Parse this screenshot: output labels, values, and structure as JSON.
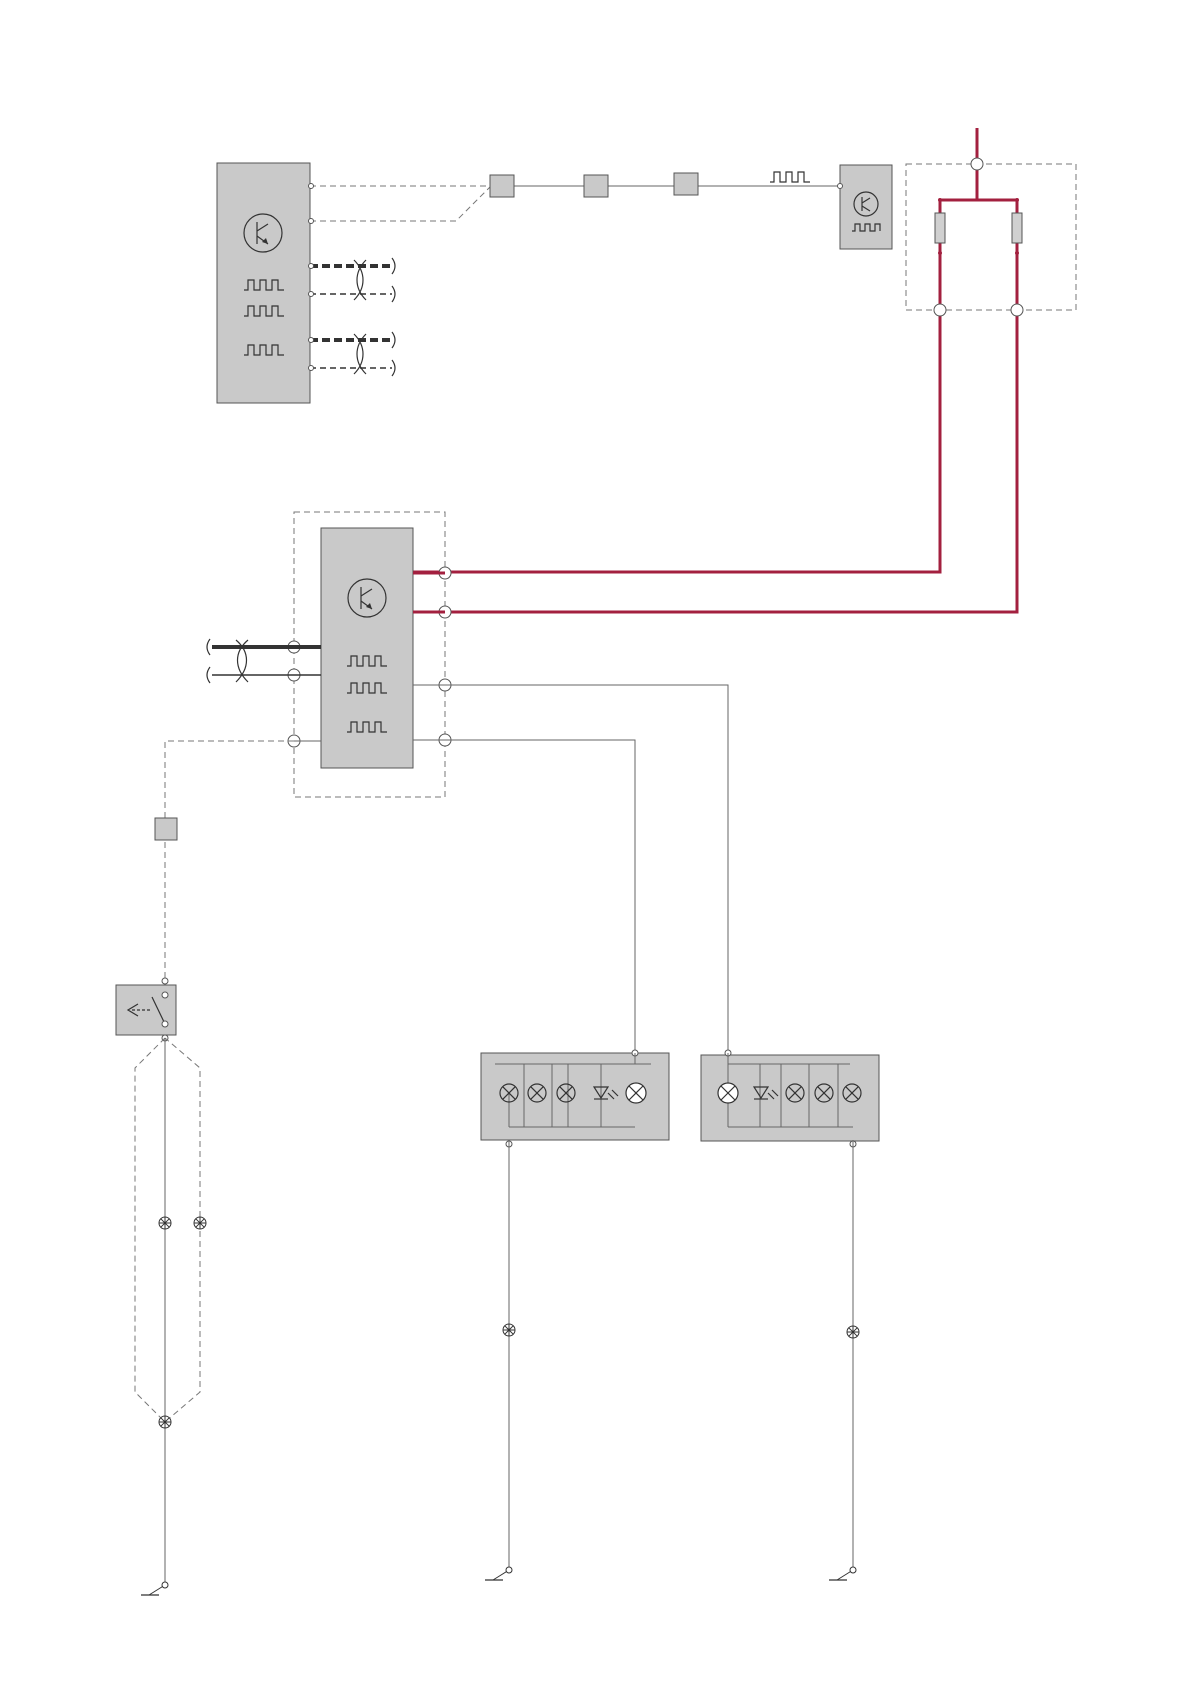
{
  "diagram": {
    "type": "wiring-schematic",
    "text_labels": [],
    "colors": {
      "power_wire": "#a3203f",
      "component_fill": "#c9c9c9",
      "signal_wire": "#666666",
      "background": "#ffffff"
    },
    "components": [
      {
        "id": "control-module-main",
        "icon": "transistor-icon",
        "signals": [
          "pulse-icon",
          "pulse-icon",
          "pulse-icon"
        ]
      },
      {
        "id": "control-module-remote",
        "icon": "transistor-icon",
        "signals": [
          "pulse-icon"
        ]
      },
      {
        "id": "fuse-box",
        "fuses": 2
      },
      {
        "id": "control-module-center",
        "icon": "transistor-icon",
        "signals": [
          "pulse-icon",
          "pulse-icon",
          "pulse-icon"
        ]
      },
      {
        "id": "switch-unit",
        "icon": "switch-icon"
      },
      {
        "id": "lamp-cluster-left",
        "elements": [
          "lamp-icon",
          "lamp-icon",
          "lamp-icon",
          "led-icon",
          "lamp-icon"
        ]
      },
      {
        "id": "lamp-cluster-right",
        "elements": [
          "lamp-icon",
          "led-icon",
          "lamp-icon",
          "lamp-icon",
          "lamp-icon"
        ]
      },
      {
        "id": "connectors",
        "count": 4
      },
      {
        "id": "ground-points",
        "count": 3
      },
      {
        "id": "splice-points",
        "count": 5
      }
    ]
  }
}
